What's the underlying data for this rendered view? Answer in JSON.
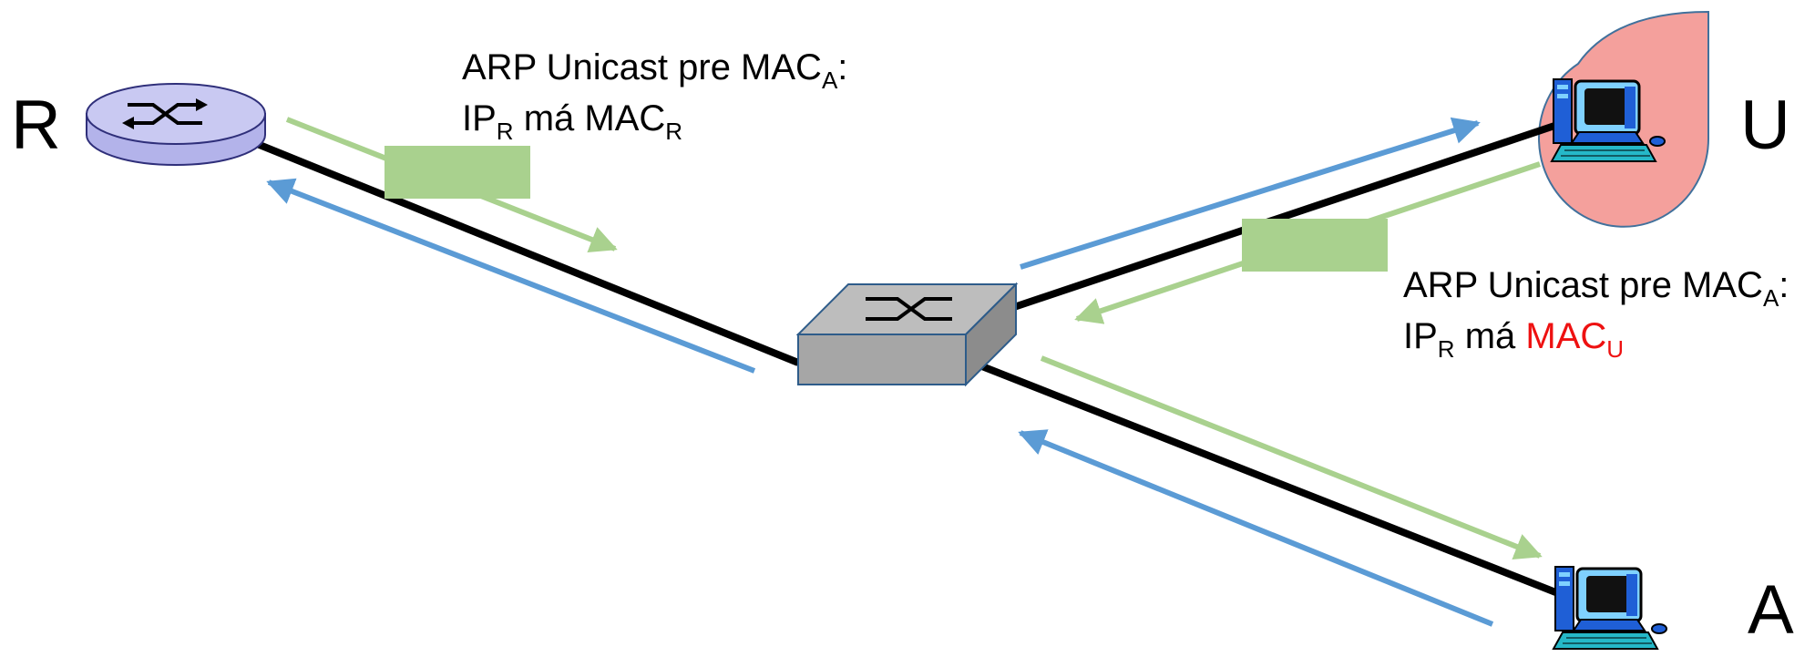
{
  "nodes": {
    "router": {
      "label": "R"
    },
    "attacker": {
      "label": "U"
    },
    "victim": {
      "label": "A"
    }
  },
  "messages": {
    "legit": {
      "line1": {
        "text": "ARP Unicast pre MAC",
        "sub": "A",
        "suffix": ":"
      },
      "line2": {
        "ip": "IP",
        "ip_sub": "R",
        "mid": " má ",
        "mac": "MAC",
        "mac_sub": "R"
      }
    },
    "spoofed": {
      "line1": {
        "text": "ARP Unicast pre MAC",
        "sub": "A",
        "suffix": ":"
      },
      "line2": {
        "ip": "IP",
        "ip_sub": "R",
        "mid": " má ",
        "mac": "MAC",
        "mac_sub": "U"
      }
    }
  },
  "colors": {
    "link": "#000000",
    "arrow_blue": "#5b9bd5",
    "arrow_green": "#a9d18e",
    "frame": "#a9d18e",
    "attacker_zone": "#f4a09c",
    "attacker_zone_border": "#41719c",
    "spoof_text": "#ee1111",
    "switch_body": "#a6a6a6",
    "router_body": "#c9c9f2"
  },
  "icons": {
    "router": "router-icon",
    "switch": "switch-icon",
    "attacker_pc": "computer-icon",
    "victim_pc": "computer-icon"
  }
}
